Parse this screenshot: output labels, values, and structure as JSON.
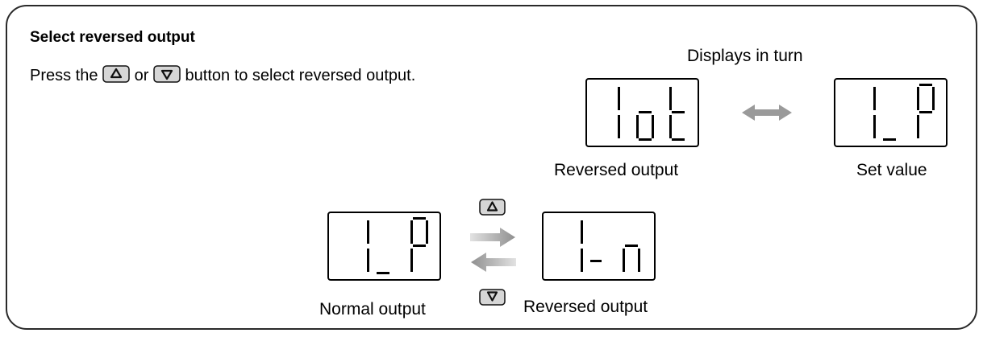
{
  "heading": "Select reversed output",
  "instruction": {
    "prefix": "Press the",
    "up_button_icon": "up-triangle-icon",
    "middle": "or",
    "down_button_icon": "down-triangle-icon",
    "suffix": "button to select reversed output."
  },
  "top_sequence": {
    "caption": "Displays in turn",
    "displays": [
      {
        "reading": "lot",
        "label": "Reversed output"
      },
      {
        "reading": "1_P",
        "label": "Set value"
      }
    ],
    "connector_icon": "double-arrow-icon"
  },
  "bottom_toggle": {
    "displays": [
      {
        "reading": "1_P",
        "label": "Normal output"
      },
      {
        "reading": "1_n",
        "label": "Reversed output"
      }
    ],
    "up_key_icon": "up-triangle-icon",
    "down_key_icon": "down-triangle-icon"
  },
  "colors": {
    "frame": "#2a2a2a",
    "button_fill": "#d6d6d6",
    "arrow_gray": "#999999",
    "segment": "#000000"
  }
}
